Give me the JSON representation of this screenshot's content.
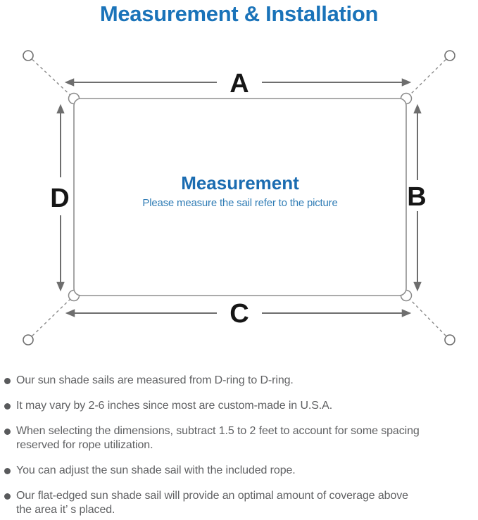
{
  "title": "Measurement & Installation",
  "diagram": {
    "labels": {
      "top": "A",
      "right": "B",
      "bottom": "C",
      "left": "D"
    },
    "center_title": "Measurement",
    "center_subtitle": "Please measure the sail refer to the picture",
    "colors": {
      "accent_blue": "#1a73b9",
      "center_blue": "#1b6cb1",
      "subtitle_blue": "#2f7cb5",
      "line_gray": "#6e6e6e",
      "letter_black": "#161616",
      "note_gray": "#606163"
    }
  },
  "notes": {
    "items": [
      {
        "lines": [
          "Our sun shade sails are measured from D-ring to D-ring."
        ]
      },
      {
        "lines": [
          "It may vary by 2-6 inches since most are custom-made in U.S.A."
        ]
      },
      {
        "lines": [
          "When selecting the dimensions, subtract 1.5 to 2 feet to account for some spacing",
          "reserved for rope utilization."
        ]
      },
      {
        "lines": [
          "You can adjust the sun shade sail with the included rope."
        ]
      },
      {
        "lines": [
          "Our flat-edged sun shade sail will provide an optimal amount of coverage above",
          "the area it’ s placed."
        ]
      }
    ]
  }
}
